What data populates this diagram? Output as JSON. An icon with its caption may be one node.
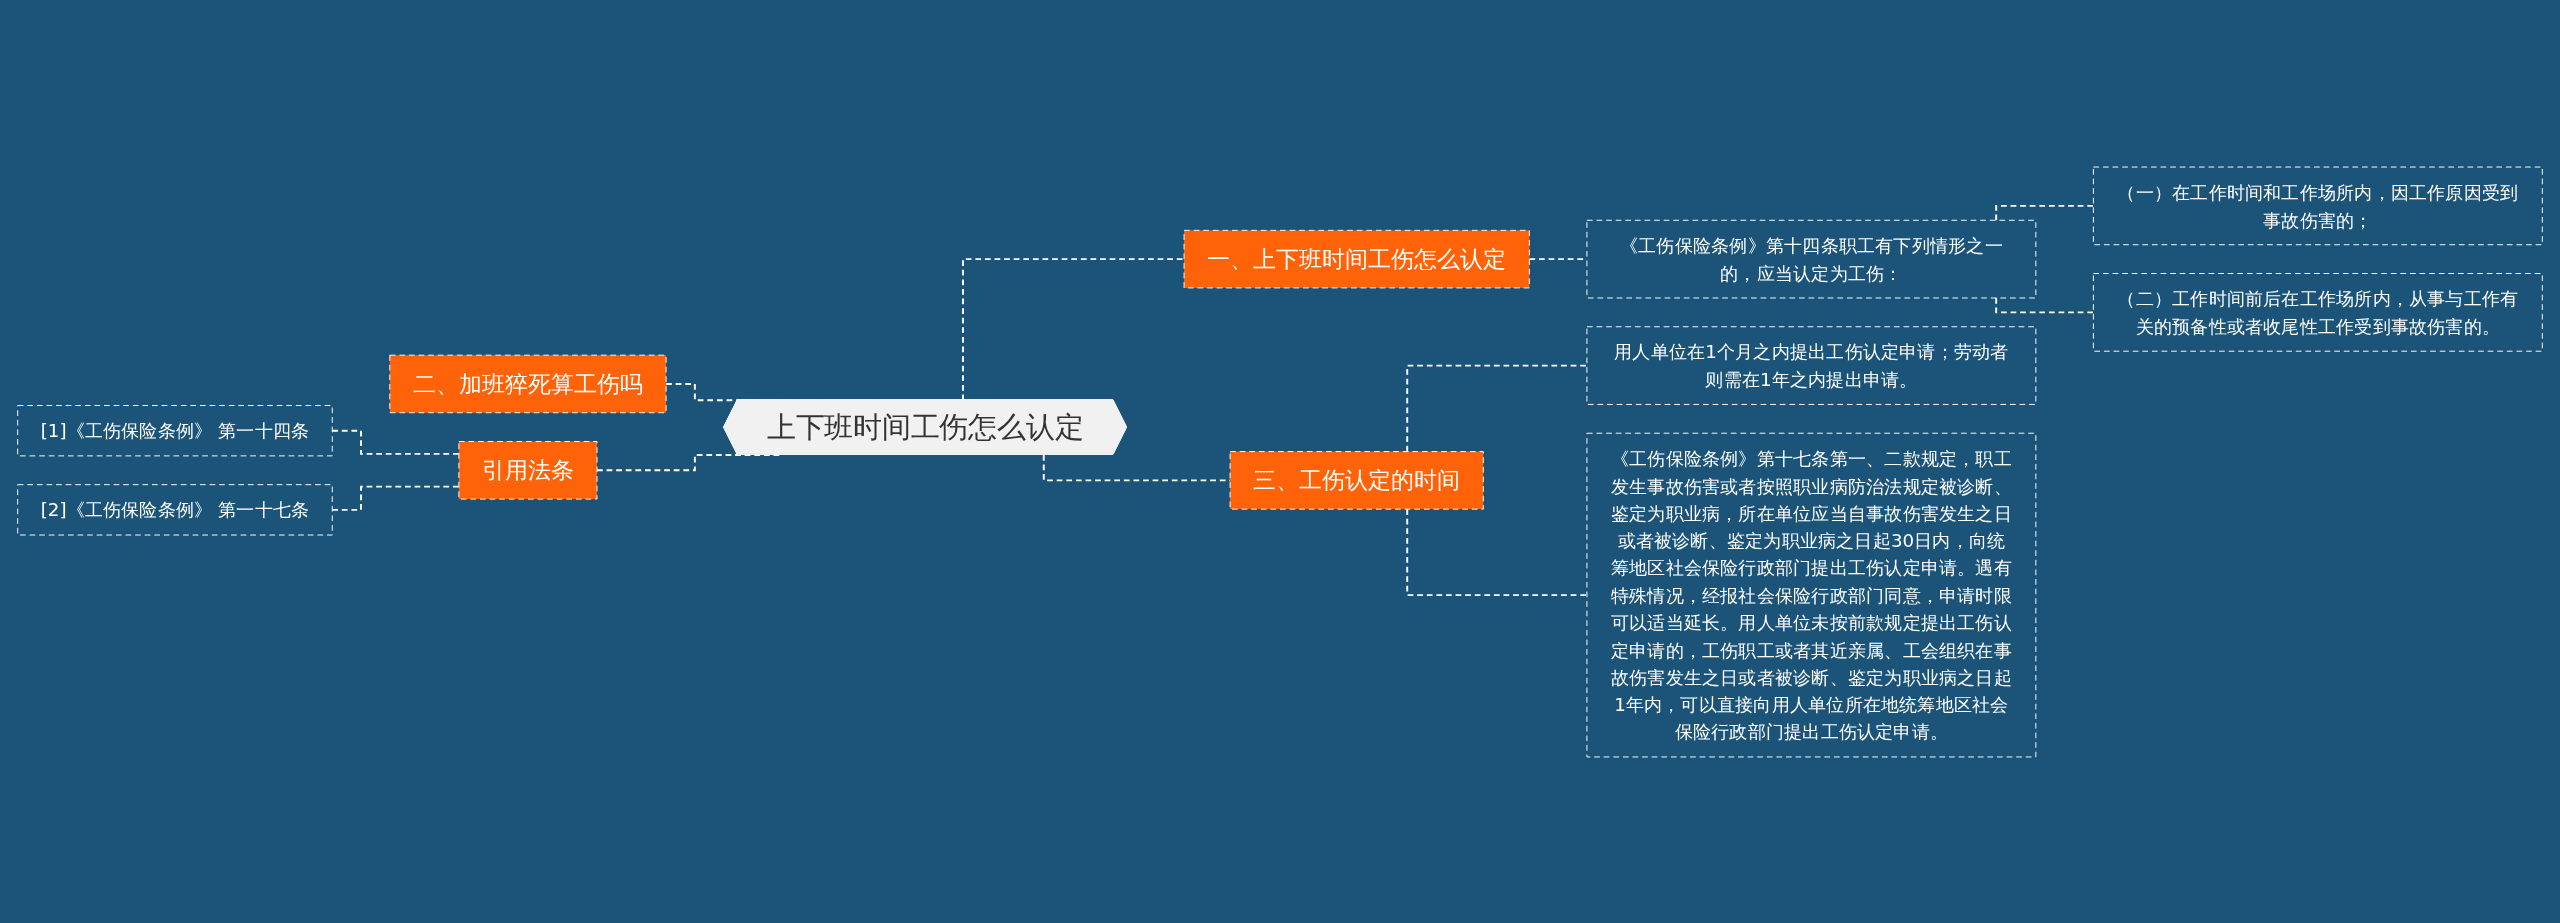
{
  "diagram": {
    "nodes": [
      {
        "text": [
          "上下班时间工伤怎么认定"
        ]
      },
      {
        "text": [
          "二、加班猝死算工伤吗"
        ]
      },
      {
        "text": [
          "引用法条"
        ]
      },
      {
        "text": [
          "[1]《工伤保险条例》 第一十四条"
        ]
      },
      {
        "text": [
          "[2]《工伤保险条例》 第一十七条"
        ]
      },
      {
        "text": [
          "一、上下班时间工伤怎么认定"
        ]
      },
      {
        "text": [
          "《工伤保险条例》第十四条职工有下列情形之一的，应当认定为工伤："
        ]
      },
      {
        "text": [
          "（一）在工作时间和工作场所内，因工作原因受到事故伤害的；"
        ]
      },
      {
        "text": [
          "（二）工作时间前后在工作场所内，从事与工作有关的预备性或者收尾性工作受到事故伤害的。"
        ]
      },
      {
        "text": [
          "三、工伤认定的时间"
        ]
      },
      {
        "text": [
          "用人单位在1个月之内提出工伤认定申请；劳动者则需在1年之内提出申请。"
        ]
      },
      {
        "text": [
          "《工伤保险条例》第十七条第一、二款规定，职工发生事故伤害或者按照职业病防治法规定被诊断、鉴定为职业病，所在单位应当自事故伤害发生之日或者被诊断、鉴定为职业病之日起30日内，向统筹地区社会保险行政部门提出工伤认定申请。遇有特殊情况，经报社会保险行政部门同意，申请时限可以适当延长。用人单位未按前款规定提出工伤认定申请的，工伤职工或者其近亲属、工会组织在事故伤害发生之日或者被诊断、鉴定为职业病之日起1年内，可以直接向用人单位所在地统筹地区社会保险行政部门提出工伤认定申请。"
        ]
      }
    ],
    "edges": [
      {
        "from": 1,
        "to": 0,
        "arrow": "none",
        "style": "dashed"
      },
      {
        "from": 2,
        "to": 0,
        "arrow": "none",
        "style": "dashed"
      },
      {
        "from": 3,
        "to": 2,
        "arrow": "none",
        "style": "dashed"
      },
      {
        "from": 4,
        "to": 2,
        "arrow": "none",
        "style": "dashed"
      },
      {
        "from": 0,
        "to": 5,
        "arrow": "none",
        "style": "dashed"
      },
      {
        "from": 5,
        "to": 6,
        "arrow": "none",
        "style": "dashed"
      },
      {
        "from": 6,
        "to": 7,
        "arrow": "none",
        "style": "dashed"
      },
      {
        "from": 6,
        "to": 8,
        "arrow": "none",
        "style": "dashed"
      },
      {
        "from": 0,
        "to": 9,
        "arrow": "none",
        "style": "dashed"
      },
      {
        "from": 9,
        "to": 10,
        "arrow": "none",
        "style": "dashed"
      },
      {
        "from": 9,
        "to": 11,
        "arrow": "none",
        "style": "dashed"
      }
    ]
  }
}
